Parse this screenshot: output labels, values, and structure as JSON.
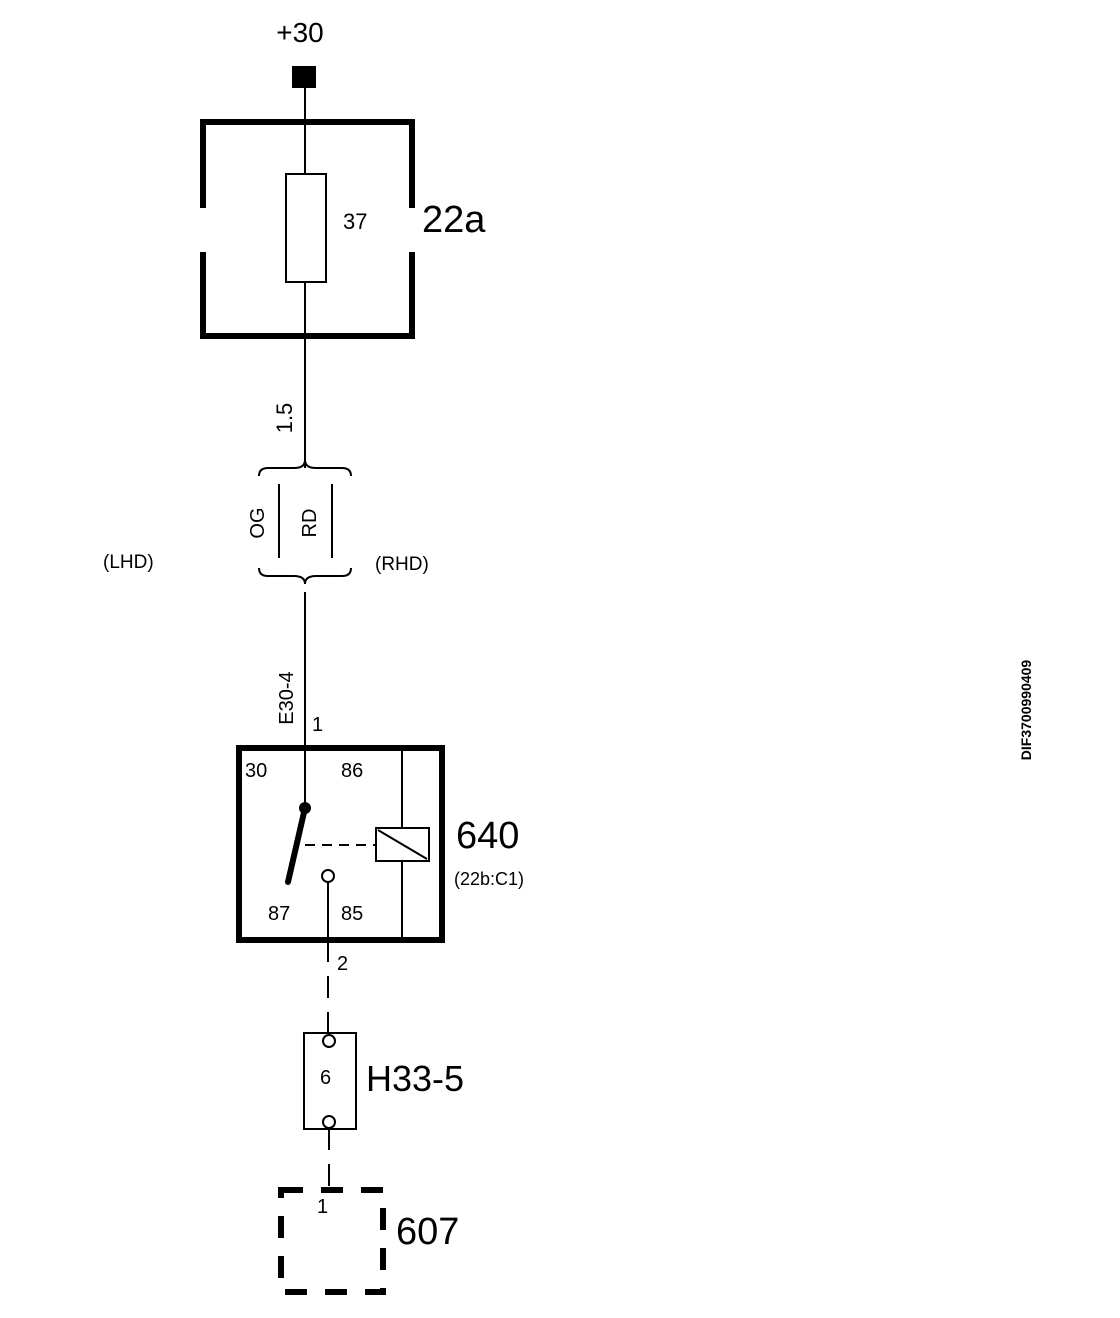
{
  "supply": {
    "label": "+30"
  },
  "fuse_box": {
    "id": "22a",
    "fuse_number": "37"
  },
  "wire": {
    "cross_section": "1.5",
    "color_lhd": "OG",
    "color_rhd": "RD",
    "lhd_label": "(LHD)",
    "rhd_label": "(RHD)"
  },
  "connector_e30": {
    "id": "E30-4",
    "pin": "1"
  },
  "relay": {
    "id": "640",
    "location": "(22b:C1)",
    "pin_30": "30",
    "pin_86": "86",
    "pin_87": "87",
    "pin_85": "85"
  },
  "link_pin": "2",
  "connector_h33": {
    "id": "H33-5",
    "pin": "6"
  },
  "component_607": {
    "id": "607",
    "pin": "1"
  },
  "document_code": "DIF3700990409"
}
